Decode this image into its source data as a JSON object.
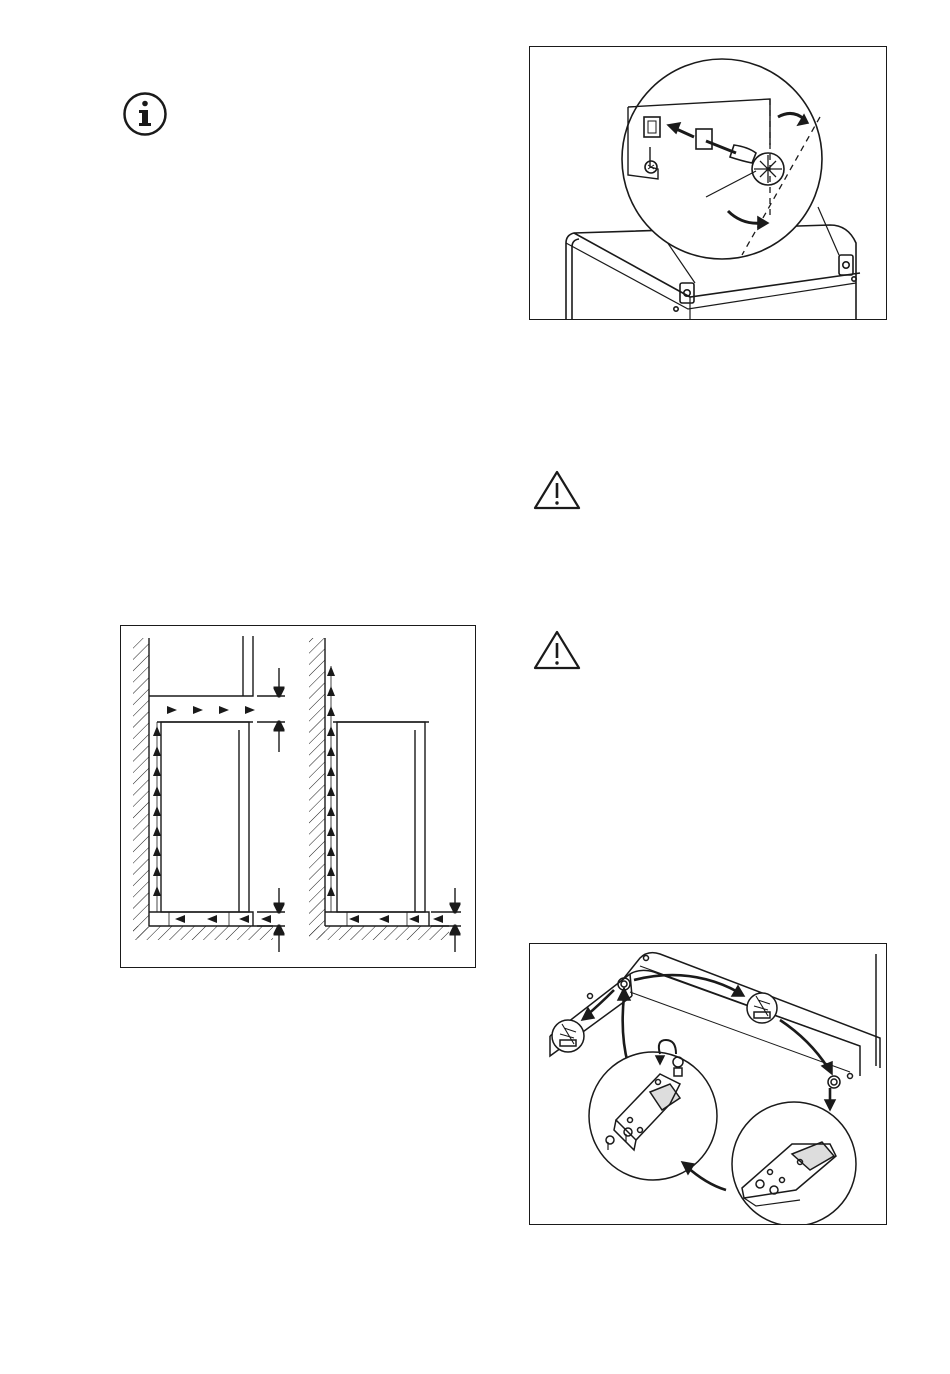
{
  "page": {
    "background": "#ffffff",
    "ink": "#1a1a1a"
  },
  "icons": {
    "info": "info-circle-icon",
    "warning": "warning-triangle-icon"
  },
  "figures": {
    "ventilation": "ventilation-clearance-diagram",
    "screw_removal": "top-cover-screw-removal-illustration",
    "hinge_relocation": "hinge-relocation-illustration"
  }
}
